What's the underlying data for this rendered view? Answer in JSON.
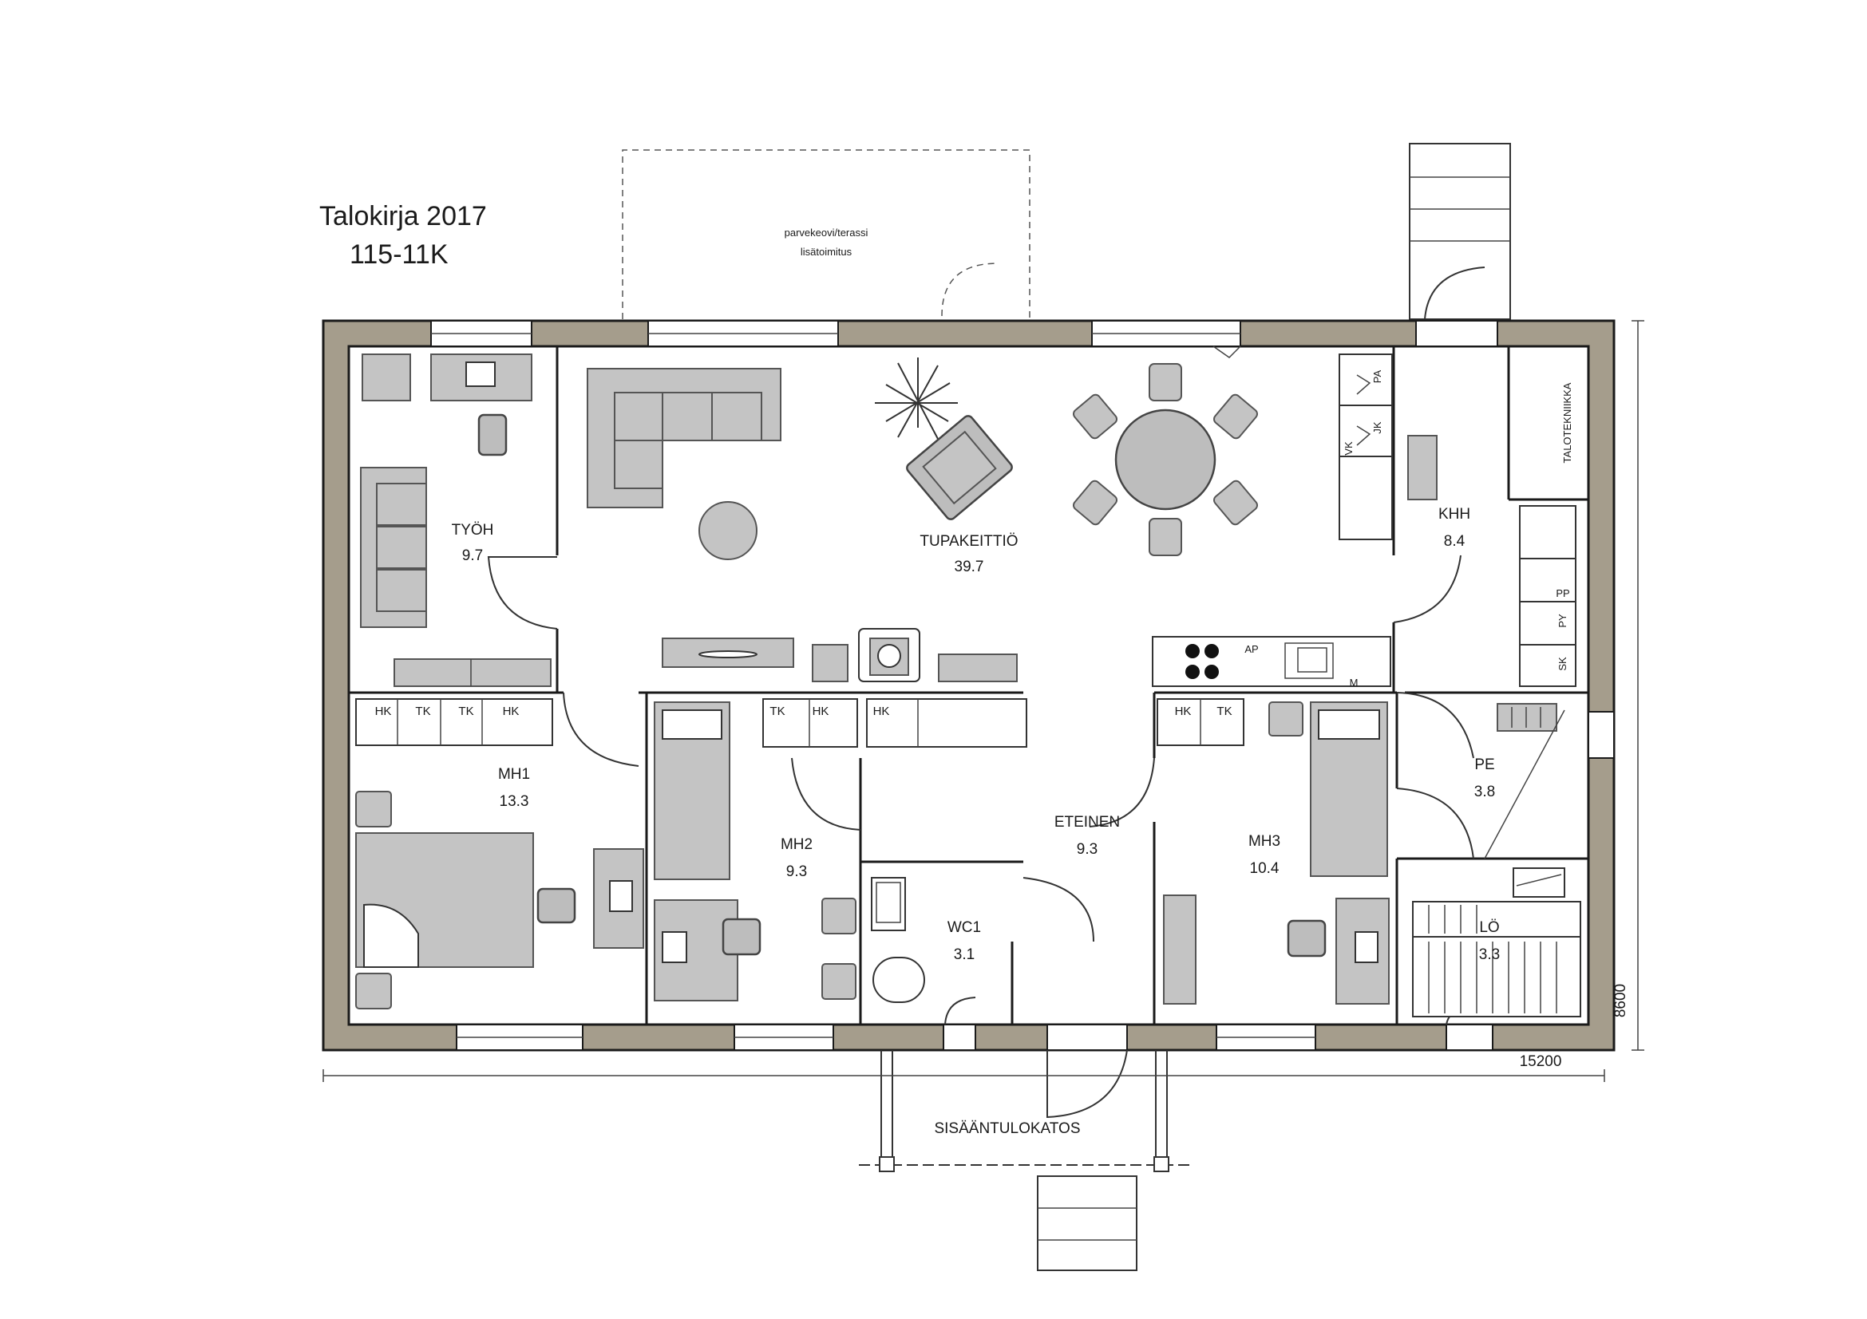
{
  "title": {
    "line1": "Talokirja 2017",
    "line2": "115-11K"
  },
  "terrace": {
    "line1": "parvekeovi/terassi",
    "line2": "lisätoimitus"
  },
  "rooms": {
    "tyoh": {
      "name": "TYÖH",
      "area": "9.7"
    },
    "tupakeittio": {
      "name": "TUPAKEITTIÖ",
      "area": "39.7"
    },
    "khh": {
      "name": "KHH",
      "area": "8.4"
    },
    "mh1": {
      "name": "MH1",
      "area": "13.3"
    },
    "mh2": {
      "name": "MH2",
      "area": "9.3"
    },
    "eteinen": {
      "name": "ETEINEN",
      "area": "9.3"
    },
    "mh3": {
      "name": "MH3",
      "area": "10.4"
    },
    "pe": {
      "name": "PE",
      "area": "3.8"
    },
    "wc1": {
      "name": "WC1",
      "area": "3.1"
    },
    "lo": {
      "name": "LÖ",
      "area": "3.3"
    }
  },
  "entrance_canopy": "SISÄÄNTULOKATOS",
  "technical_room": "TALOTEKNIIKKA",
  "dimensions": {
    "width": "15200",
    "depth": "8600"
  },
  "cabinet_labels": {
    "mh1": [
      "HK",
      "TK",
      "TK",
      "HK"
    ],
    "mh2": [
      "TK",
      "HK"
    ],
    "hall": "HK",
    "mh3": [
      "HK",
      "TK"
    ],
    "kitchen_tall": [
      "PA",
      "JK",
      "VK"
    ],
    "utility": [
      "PP",
      "PY",
      "SK"
    ],
    "kitchen_ap": "AP",
    "kitchen_m": "M"
  },
  "colors": {
    "wall": "#a59d8c",
    "furniture": "#c4c4c4"
  }
}
